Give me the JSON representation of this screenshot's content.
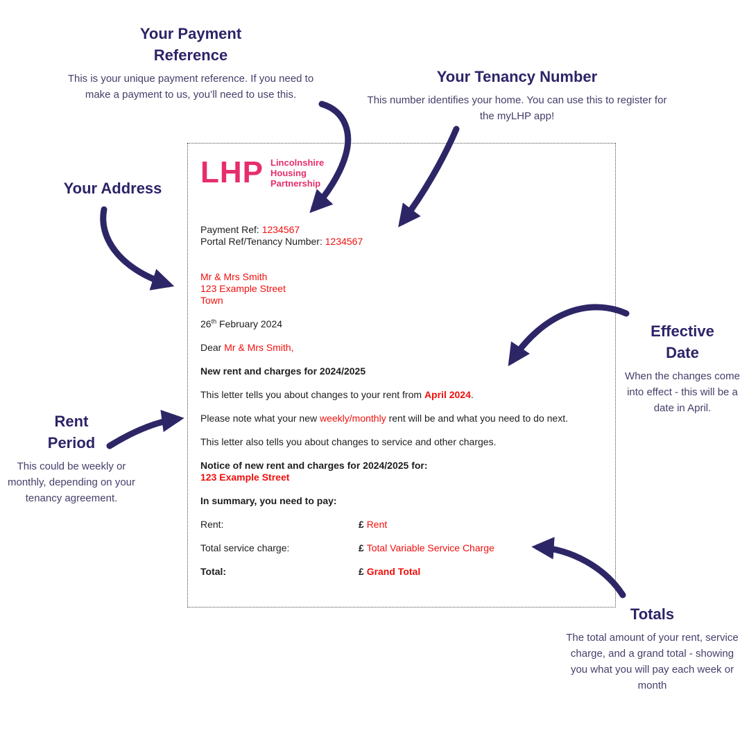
{
  "annotations": {
    "payment_reference": {
      "title": "Your Payment Reference",
      "description": "This is your unique payment reference. If you need to make a payment to us, you’ll need to use this."
    },
    "tenancy_number": {
      "title": "Your Tenancy Number",
      "description": "This number identifies your home. You can use this to register for the myLHP app!"
    },
    "address": {
      "title": "Your Address"
    },
    "effective_date": {
      "title": "Effective Date",
      "description": "When the changes come into effect - this will be a date in April."
    },
    "rent_period": {
      "title": "Rent Period",
      "description": "This could be weekly or monthly, depending on your tenancy agreement."
    },
    "totals": {
      "title": "Totals",
      "description": "The total amount of your rent, service charge, and a grand total - showing you what you will pay each week or month"
    }
  },
  "letter": {
    "logo": {
      "mark": "LHP",
      "words": [
        "Lincolnshire",
        "Housing",
        "Partnership"
      ]
    },
    "payment_ref_label": "Payment Ref: ",
    "payment_ref_value": "1234567",
    "tenancy_label": "Portal Ref/Tenancy Number: ",
    "tenancy_value": "1234567",
    "address_lines": [
      "Mr & Mrs Smith",
      "123 Example Street",
      "Town"
    ],
    "date_day": "26",
    "date_suffix": "th",
    "date_rest": " February 2024",
    "salutation_prefix": "Dear ",
    "salutation_name": "Mr & Mrs Smith,",
    "subject": "New rent and charges for 2024/2025",
    "para1_prefix": "This letter tells you about changes to your rent from ",
    "para1_highlight": "April 2024",
    "para1_suffix": ".",
    "para2_prefix": "Please note what your new ",
    "para2_highlight": "weekly/monthly",
    "para2_suffix": " rent will be and what you need to do next.",
    "para3": "This letter also tells you about changes to service and other charges.",
    "notice_heading": "Notice of new rent and charges for 2024/2025 for:",
    "notice_address": "123 Example Street",
    "summary_heading": "In summary, you need to pay:",
    "summary_rows": [
      {
        "label": "Rent:",
        "currency": "£ ",
        "value": "Rent"
      },
      {
        "label": "Total service charge:",
        "currency": "£ ",
        "value": "Total Variable Service Charge"
      },
      {
        "label": "Total:",
        "currency": "£ ",
        "value": "Grand Total"
      }
    ]
  },
  "colors": {
    "accent_purple": "#2c2468",
    "brand_pink": "#e62e6b",
    "highlight_red": "#f00f0c"
  }
}
